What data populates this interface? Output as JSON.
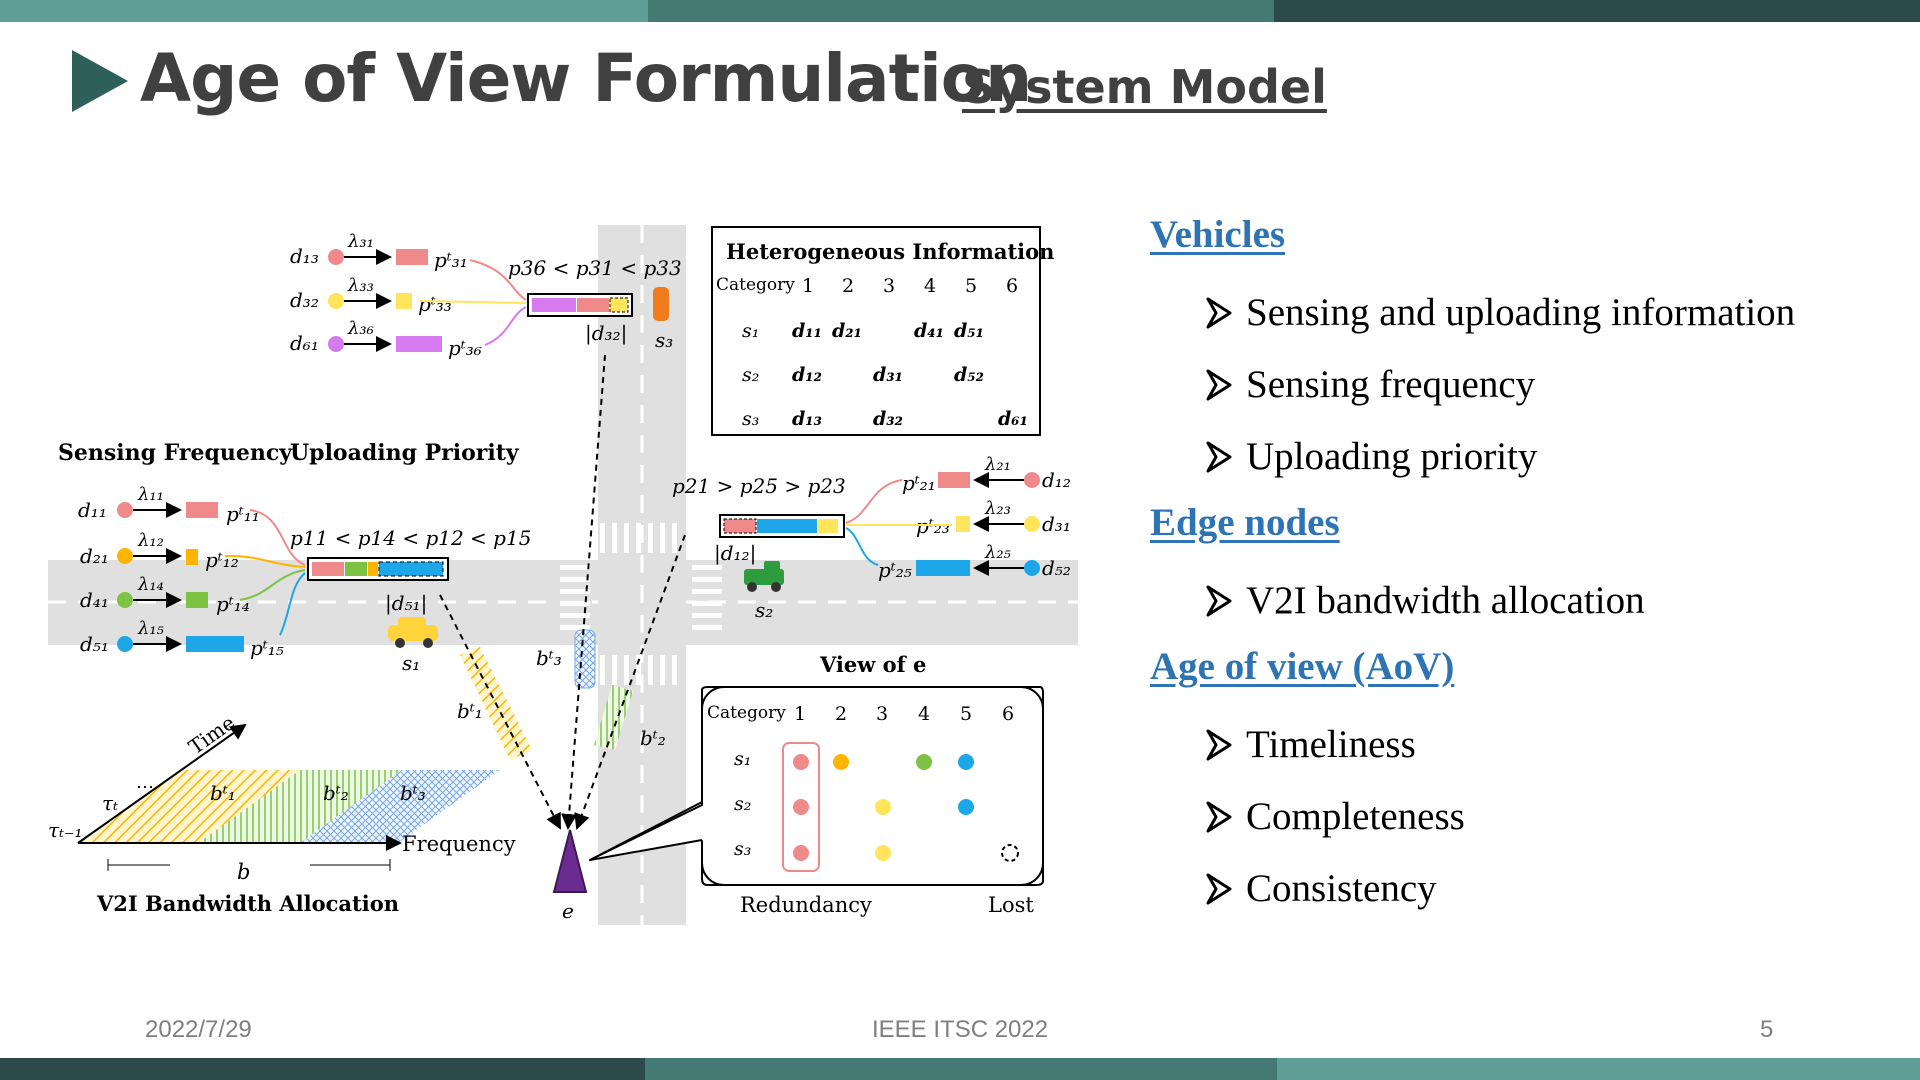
{
  "slide": {
    "title": "Age of View Formulation",
    "subtitle": "System Model"
  },
  "figure": {
    "sensing_frequency_label": "Sensing Frequency",
    "uploading_priority_label": "Uploading Priority",
    "heterogeneous_title": "Heterogeneous Information",
    "category_label": "Category",
    "categories": [
      "1",
      "2",
      "3",
      "4",
      "5",
      "6"
    ],
    "view_title": "View of e",
    "redundancy_label": "Redundancy",
    "lost_label": "Lost",
    "bandwidth_title": "V2I Bandwidth Allocation",
    "time_label": "Time",
    "frequency_label": "Frequency",
    "b_label": "b",
    "edge_label": "e",
    "rows": [
      "s1",
      "s2",
      "s3"
    ],
    "priority_s1": "p11 < p14 < p12 < p15",
    "priority_s2": "p21 > p25 > p23",
    "priority_s3": "p36 < p31 < p33",
    "colors": {
      "pink": "#f08a8a",
      "yellow": "#ffe45c",
      "orange": "#ffb400",
      "green": "#7dc242",
      "blue": "#1ea7e8",
      "purple": "#d57aef",
      "road": "#e0e0e0",
      "edge_node": "#6a2c91"
    }
  },
  "bullets": [
    {
      "section": "Vehicles",
      "items": [
        "Sensing and uploading information",
        "Sensing frequency",
        "Uploading priority"
      ]
    },
    {
      "section": "Edge nodes",
      "items": [
        "V2I bandwidth allocation"
      ]
    },
    {
      "section": "Age of view (AoV)",
      "items": [
        "Timeliness",
        "Completeness",
        "Consistency"
      ]
    }
  ],
  "footer": {
    "date": "2022/7/29",
    "conference": "IEEE ITSC 2022",
    "page": "5"
  }
}
